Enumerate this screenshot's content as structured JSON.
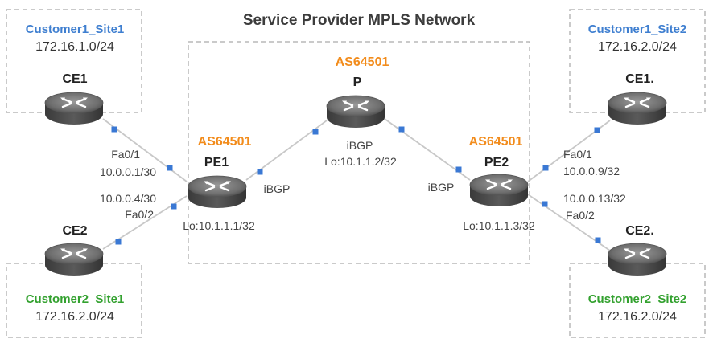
{
  "title": "Service Provider MPLS Network",
  "colors": {
    "blue_text": "#3f7fd0",
    "green_text": "#33a12f",
    "as_orange": "#f28c1c",
    "port_square": "#3a78d4",
    "link_line": "#c8c8c8",
    "box_dash": "#b8b8b8"
  },
  "sites": {
    "c1s1": {
      "name": "Customer1_Site1",
      "network": "172.16.1.0/24"
    },
    "c1s2": {
      "name": "Customer1_Site2",
      "network": "172.16.2.0/24"
    },
    "c2s1": {
      "name": "Customer2_Site1",
      "network": "172.16.2.0/24"
    },
    "c2s2": {
      "name": "Customer2_Site2",
      "network": "172.16.2.0/24"
    }
  },
  "routers": {
    "ce1_left": {
      "name": "CE1",
      "icon": "router-icon"
    },
    "ce2_left": {
      "name": "CE2",
      "icon": "router-icon"
    },
    "pe1": {
      "name": "PE1",
      "as": "AS64501",
      "loopback": "Lo:10.1.1.1/32",
      "icon": "router-icon"
    },
    "p": {
      "name": "P",
      "as": "AS64501",
      "loopback": "Lo:10.1.1.2/32",
      "icon": "router-icon"
    },
    "pe2": {
      "name": "PE2",
      "as": "AS64501",
      "loopback": "Lo:10.1.1.3/32",
      "icon": "router-icon"
    },
    "ce1_right": {
      "name": "CE1.",
      "icon": "router-icon"
    },
    "ce2_right": {
      "name": "CE2.",
      "icon": "router-icon"
    }
  },
  "links": {
    "ce1_pe1": {
      "port": "Fa0/1",
      "ip": "10.0.0.1/30"
    },
    "ce2_pe1": {
      "ip": "10.0.0.4/30",
      "port": "Fa0/2"
    },
    "pe1_p": {
      "protocol": "iBGP"
    },
    "p_mid": {
      "protocol": "iBGP"
    },
    "p_pe2": {
      "protocol": "iBGP"
    },
    "pe2_ce1": {
      "port": "Fa0/1",
      "ip": "10.0.0.9/32"
    },
    "pe2_ce2": {
      "ip": "10.0.0.13/32",
      "port": "Fa0/2"
    }
  }
}
